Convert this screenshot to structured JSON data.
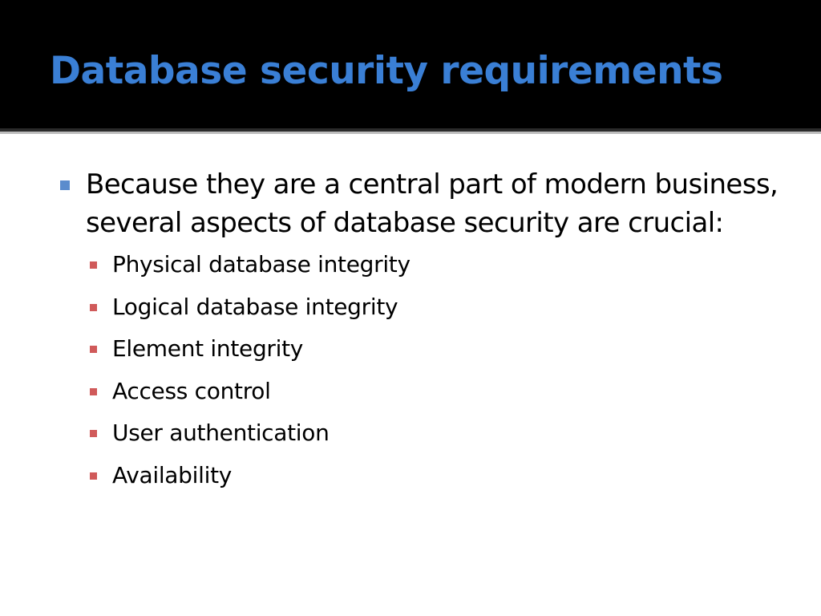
{
  "slide": {
    "title": "Database security requirements",
    "main_bullet": "Because they are a central part of modern business, several aspects of database security are crucial:",
    "sub_bullets": [
      "Physical database integrity",
      "Logical database integrity",
      "Element integrity",
      "Access control",
      "User authentication",
      "Availability"
    ]
  },
  "colors": {
    "title_bar": "#000000",
    "title_text": "#3a7fd5",
    "bullet_primary": "#5b8ccd",
    "bullet_secondary": "#d05a5a",
    "body_text": "#000000",
    "background": "#ffffff"
  },
  "icons": {
    "primary_bullet": "square-bullet-icon",
    "secondary_bullet": "square-bullet-icon"
  }
}
